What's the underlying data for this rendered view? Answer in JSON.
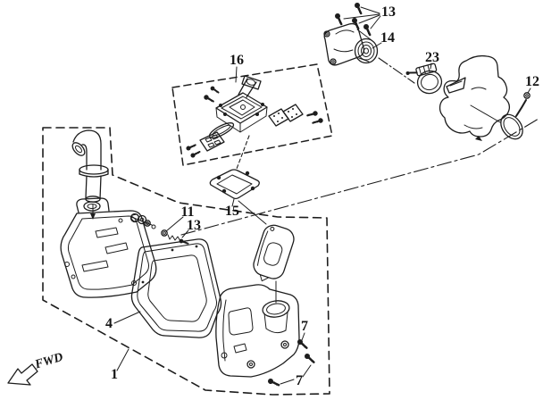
{
  "diagram": {
    "kind": "exploded-parts-line-drawing",
    "colors": {
      "ink": "#1d1d1d",
      "paper": "#ffffff"
    },
    "direction_indicator": {
      "label": "FWD"
    },
    "callouts": {
      "c1": "1",
      "c4": "4",
      "c7_upper": "7",
      "c7_lower": "7",
      "c11": "11",
      "c12": "12",
      "c13_manifold": "13",
      "c13_spring": "13",
      "c14": "14",
      "c15": "15",
      "c16": "16",
      "c23": "23"
    }
  }
}
